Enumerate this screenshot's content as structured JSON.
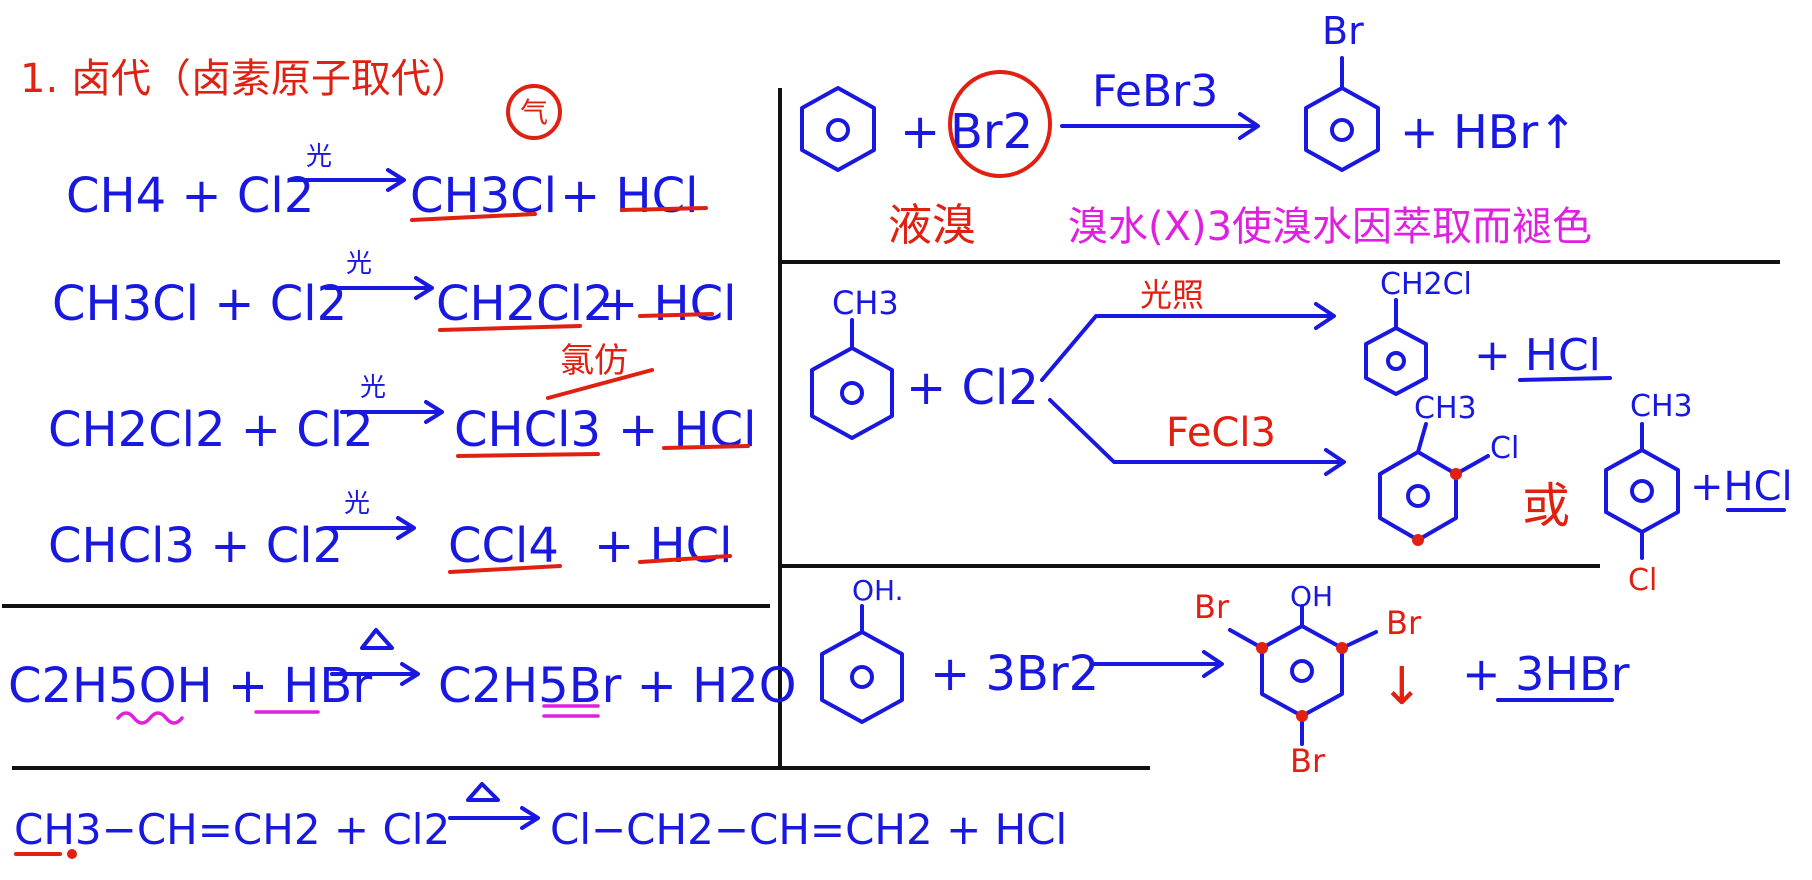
{
  "heading": "1. 卤代（卤素原子取代）",
  "left": {
    "methane": [
      {
        "reactants": "CH4 + Cl2",
        "condition": "光",
        "product": "CH3Cl",
        "byproduct": "+ HCl"
      },
      {
        "reactants": "CH3Cl + Cl2",
        "condition": "光",
        "product": "CH2Cl2",
        "byproduct": "+ HCl"
      },
      {
        "reactants": "CH2Cl2 + Cl2",
        "condition": "光",
        "product": "CHCl3",
        "byproduct": "+ HCl"
      },
      {
        "reactants": "CHCl3 + Cl2",
        "condition": "光",
        "product": "CCl4",
        "byproduct": "+ HCl"
      }
    ],
    "gas_note": "气",
    "chloroform_note": "氯仿",
    "ethanol": {
      "reactants": "C2H5OH + HBr",
      "condition": "△",
      "product": "C2H5Br + H2O"
    },
    "propene": {
      "reactants": "CH3−CH=CH2 + Cl2",
      "condition": "△",
      "product": "Cl−CH2−CH=CH2 + HCl"
    }
  },
  "right": {
    "benzene": {
      "plus": "+",
      "reagent": "Br2",
      "catalyst": "FeBr3",
      "substituent": "Br",
      "byproduct": "+ HBr↑",
      "note_red": "液溴",
      "note_magenta": "溴水(X)3使溴水因萃取而褪色"
    },
    "toluene": {
      "methyl": "CH3",
      "reagent": "+ Cl2",
      "cond_light": "光照",
      "product_light": "CH2Cl",
      "byproduct_light": "+ HCl",
      "cond_cat": "FeCl3",
      "ortho_methyl": "CH3",
      "ortho_cl": "Cl",
      "or_word": "或",
      "para_methyl": "CH3",
      "para_cl": "Cl",
      "byproduct_cat": "+HCl"
    },
    "phenol": {
      "oh": "OH.",
      "reagent": "+ 3Br2",
      "prod_oh": "OH",
      "br_left": "Br",
      "br_right": "Br",
      "br_bottom": "Br",
      "precipitate": "↓",
      "byproduct": "+ 3HBr"
    }
  },
  "colors": {
    "blue_ink": "#1818e0",
    "red_ink": "#e02010",
    "magenta_ink": "#e020e0",
    "background": "#ffffff"
  }
}
